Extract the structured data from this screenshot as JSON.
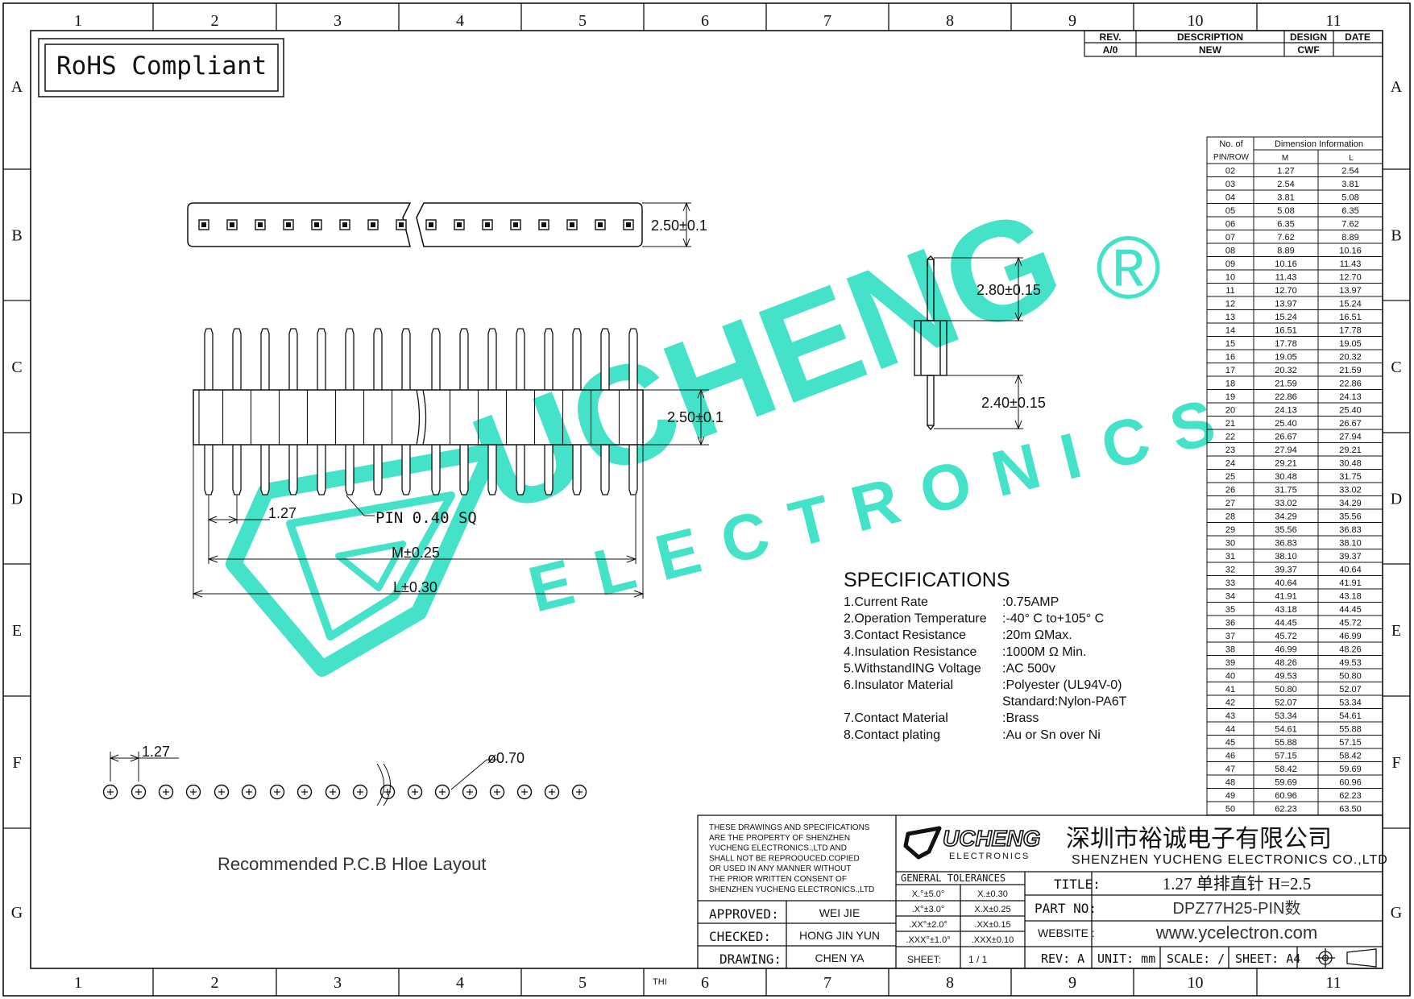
{
  "border": {
    "top_cols": [
      "1",
      "2",
      "3",
      "4",
      "5",
      "6",
      "7",
      "8",
      "9",
      "10",
      "11"
    ],
    "bottom_cols": [
      "1",
      "2",
      "3",
      "4",
      "5",
      "6",
      "7",
      "8",
      "9",
      "10",
      "11"
    ],
    "rows": [
      "A",
      "B",
      "C",
      "D",
      "E",
      "F",
      "G"
    ],
    "thi": "THI"
  },
  "rohs": "RoHS Compliant",
  "revision": {
    "headers": [
      "REV.",
      "DESCRIPTION",
      "DESIGN",
      "DATE"
    ],
    "row": [
      "A/0",
      "NEW",
      "CWF",
      ""
    ]
  },
  "dims": {
    "top_height": "2.50±0.1",
    "front_height": "2.50±0.1",
    "pitch": "1.27",
    "pin": "PIN 0.40 SQ",
    "m": "M±0.25",
    "l": "L±0.30",
    "side_upper": "2.80±0.15",
    "side_lower": "2.40±0.15",
    "pcb_pitch": "1.27",
    "pcb_hole": "ø0.70"
  },
  "pcb_caption": "Recommended P.C.B Hloe Layout",
  "watermark": {
    "brand": "UCHENG",
    "sub": "ELECTRONICS",
    "reg": "®"
  },
  "specs": {
    "title": "SPECIFICATIONS",
    "items": [
      {
        "label": "1.Current Rate",
        "value": ":0.75AMP"
      },
      {
        "label": "2.Operation Temperature",
        "value": ":-40° C to+105° C"
      },
      {
        "label": "3.Contact Resistance",
        "value": ":20m     ΩMax."
      },
      {
        "label": "4.Insulation Resistance",
        "value": ":1000M  Ω Min."
      },
      {
        "label": "5.WithstandING Voltage",
        "value": ":AC 500v"
      },
      {
        "label": "6.Insulator Material",
        "value": ":Polyester (UL94V-0)"
      },
      {
        "label": "",
        "value": " Standard:Nylon-PA6T"
      },
      {
        "label": "7.Contact Material",
        "value": " :Brass"
      },
      {
        "label": "8.Contact plating",
        "value": ":Au or Sn over Ni"
      }
    ]
  },
  "dimtable": {
    "h1": [
      "No. of",
      "Dimension  Information"
    ],
    "h2": [
      "PIN/ROW",
      "M",
      "L"
    ],
    "rows": [
      [
        "02",
        "1.27",
        "2.54"
      ],
      [
        "03",
        "2.54",
        "3.81"
      ],
      [
        "04",
        "3.81",
        "5.08"
      ],
      [
        "05",
        "5.08",
        "6.35"
      ],
      [
        "06",
        "6.35",
        "7.62"
      ],
      [
        "07",
        "7.62",
        "8.89"
      ],
      [
        "08",
        "8.89",
        "10.16"
      ],
      [
        "09",
        "10.16",
        "11.43"
      ],
      [
        "10",
        "11.43",
        "12.70"
      ],
      [
        "11",
        "12.70",
        "13.97"
      ],
      [
        "12",
        "13.97",
        "15.24"
      ],
      [
        "13",
        "15.24",
        "16.51"
      ],
      [
        "14",
        "16.51",
        "17.78"
      ],
      [
        "15",
        "17.78",
        "19.05"
      ],
      [
        "16",
        "19.05",
        "20.32"
      ],
      [
        "17",
        "20.32",
        "21.59"
      ],
      [
        "18",
        "21.59",
        "22.86"
      ],
      [
        "19",
        "22.86",
        "24.13"
      ],
      [
        "20",
        "24.13",
        "25.40"
      ],
      [
        "21",
        "25.40",
        "26.67"
      ],
      [
        "22",
        "26.67",
        "27.94"
      ],
      [
        "23",
        "27.94",
        "29.21"
      ],
      [
        "24",
        "29.21",
        "30.48"
      ],
      [
        "25",
        "30.48",
        "31.75"
      ],
      [
        "26",
        "31.75",
        "33.02"
      ],
      [
        "27",
        "33.02",
        "34.29"
      ],
      [
        "28",
        "34.29",
        "35.56"
      ],
      [
        "29",
        "35.56",
        "36.83"
      ],
      [
        "30",
        "36.83",
        "38.10"
      ],
      [
        "31",
        "38.10",
        "39.37"
      ],
      [
        "32",
        "39.37",
        "40.64"
      ],
      [
        "33",
        "40.64",
        "41.91"
      ],
      [
        "34",
        "41.91",
        "43.18"
      ],
      [
        "35",
        "43.18",
        "44.45"
      ],
      [
        "36",
        "44.45",
        "45.72"
      ],
      [
        "37",
        "45.72",
        "46.99"
      ],
      [
        "38",
        "46.99",
        "48.26"
      ],
      [
        "39",
        "48.26",
        "49.53"
      ],
      [
        "40",
        "49.53",
        "50.80"
      ],
      [
        "41",
        "50.80",
        "52.07"
      ],
      [
        "42",
        "52.07",
        "53.34"
      ],
      [
        "43",
        "53.34",
        "54.61"
      ],
      [
        "44",
        "54.61",
        "55.88"
      ],
      [
        "45",
        "55.88",
        "57.15"
      ],
      [
        "46",
        "57.15",
        "58.42"
      ],
      [
        "47",
        "58.42",
        "59.69"
      ],
      [
        "48",
        "59.69",
        "60.96"
      ],
      [
        "49",
        "60.96",
        "62.23"
      ],
      [
        "50",
        "62.23",
        "63.50"
      ]
    ]
  },
  "titleblock": {
    "notice": [
      "THESE DRAWINGS AND SPECIFICATIONS",
      "ARE THE PROPERTY OF SHENZHEN",
      "  YUCHENG ELECTRONICS.,LTD AND",
      "  SHALL NOT BE REPROOUCED.COPIED",
      "OR USED IN ANY MANNER WITHOUT",
      "THE PRIOR WRITTEN CONSENT OF",
      "SHENZHEN YUCHENG ELECTRONICS.,LTD"
    ],
    "logo": "UCHENG",
    "logo_sub": "ELECTRONICS",
    "company_cn": "深圳市裕诚电子有限公司",
    "company_en": "SHENZHEN YUCHENG ELECTRONICS CO.,LTD",
    "tol_header": "GENERAL TOLERANCES",
    "tol": [
      [
        "X.°±5.0°",
        "X.±0.30"
      ],
      [
        ".X°±3.0°",
        "X.X±0.25"
      ],
      [
        ".XX°±2.0°",
        ".XX±0.15"
      ],
      [
        ".XXX°±1.0°",
        ".XXX±0.10"
      ]
    ],
    "approved_label": "APPROVED:",
    "approved": "WEI JIE",
    "checked_label": "CHECKED:",
    "checked": "HONG JIN YUN",
    "drawing_label": "DRAWING:",
    "drawing": "CHEN YA",
    "sheet_label": "SHEET:",
    "sheet": "1 / 1",
    "title_label": "TITLE:",
    "title": "1.27 单排直针 H=2.5",
    "part_label": "PART NO:",
    "part": "DPZ77H25-PIN数",
    "website_label": "WEBSITE :",
    "website": "www.ycelectron.com",
    "rev": "REV: A",
    "unit": "UNIT: mm",
    "scale": "SCALE: /",
    "size": "SHEET: A4"
  }
}
